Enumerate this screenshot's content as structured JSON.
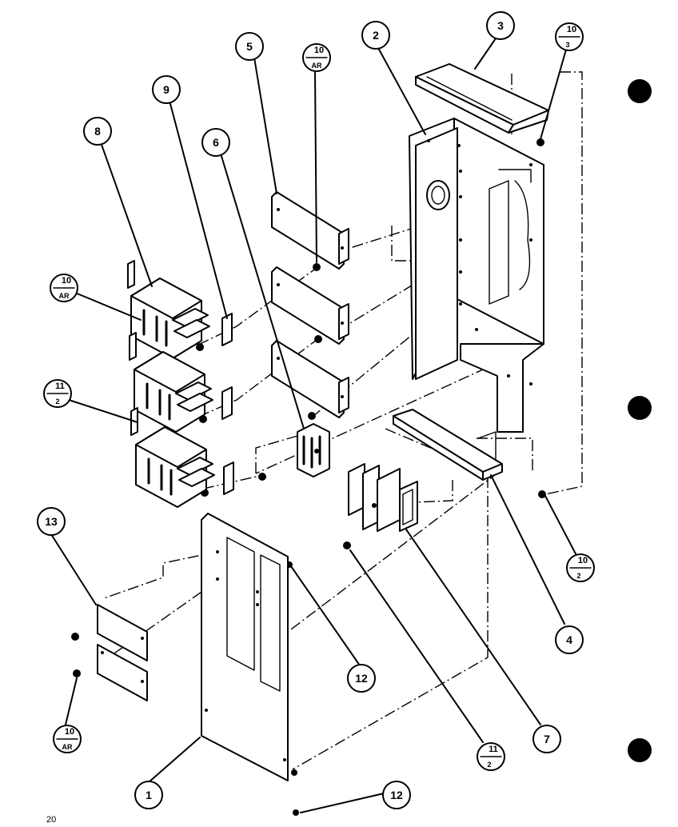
{
  "diagram": {
    "callouts": [
      {
        "id": "1",
        "label": "1"
      },
      {
        "id": "2",
        "label": "2"
      },
      {
        "id": "3",
        "label": "3"
      },
      {
        "id": "4",
        "label": "4"
      },
      {
        "id": "5",
        "label": "5"
      },
      {
        "id": "6",
        "label": "6"
      },
      {
        "id": "7",
        "label": "7"
      },
      {
        "id": "8",
        "label": "8"
      },
      {
        "id": "9",
        "label": "9"
      },
      {
        "id": "12a",
        "label": "12"
      },
      {
        "id": "12b",
        "label": "12"
      },
      {
        "id": "13",
        "label": "13"
      }
    ],
    "fractions": [
      {
        "id": "f-10-3",
        "top": "10",
        "bottom": "3"
      },
      {
        "id": "f-10-ar-a",
        "top": "10",
        "bottom": "AR"
      },
      {
        "id": "f-10-ar-b",
        "top": "10",
        "bottom": "AR"
      },
      {
        "id": "f-11-2-a",
        "top": "11",
        "bottom": "2"
      },
      {
        "id": "f-10-2",
        "top": "10",
        "bottom": "2"
      },
      {
        "id": "f-11-2-b",
        "top": "11",
        "bottom": "2"
      },
      {
        "id": "f-10-ar-c",
        "top": "10",
        "bottom": "AR"
      }
    ],
    "page_number": "20"
  }
}
